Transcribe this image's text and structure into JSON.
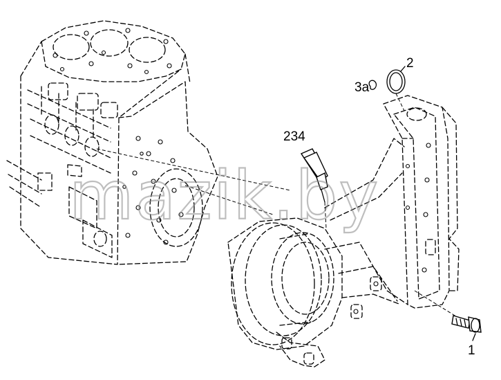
{
  "watermark": "mazik.by",
  "callouts": {
    "c234": "234",
    "c2": "2",
    "c3a": "3a",
    "c1": "1"
  }
}
